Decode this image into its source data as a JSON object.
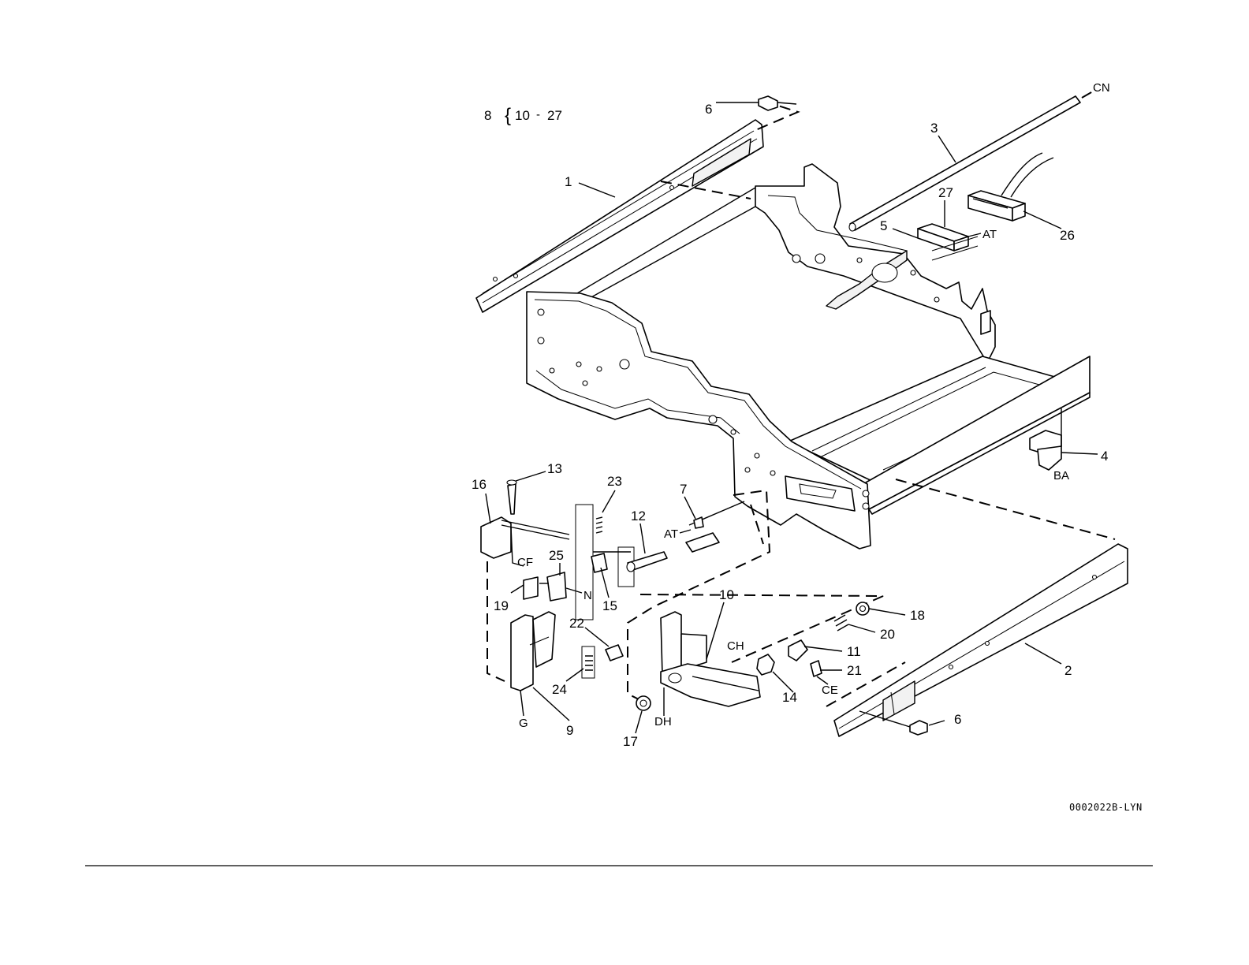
{
  "figure": {
    "header": {
      "item": "8",
      "brace": "{",
      "range_start": "10",
      "range_sep": "-",
      "range_end": "27"
    },
    "part_numbers": {
      "p1": "1",
      "p2": "2",
      "p3": "3",
      "p4": "4",
      "p5": "5",
      "p6a": "6",
      "p6b": "6",
      "p7": "7",
      "p9": "9",
      "p10": "10",
      "p11": "11",
      "p12": "12",
      "p13": "13",
      "p14": "14",
      "p15": "15",
      "p16": "16",
      "p17": "17",
      "p18": "18",
      "p19": "19",
      "p20": "20",
      "p21": "21",
      "p22": "22",
      "p23": "23",
      "p24": "24",
      "p25": "25",
      "p26": "26",
      "p27": "27"
    },
    "reference_letters": {
      "cn": "CN",
      "at_top": "AT",
      "at_mid": "AT",
      "ba": "BA",
      "cf": "CF",
      "n": "N",
      "g": "G",
      "dh": "DH",
      "ch": "CH",
      "ce": "CE"
    },
    "figure_code": "0002022B-LYN"
  }
}
